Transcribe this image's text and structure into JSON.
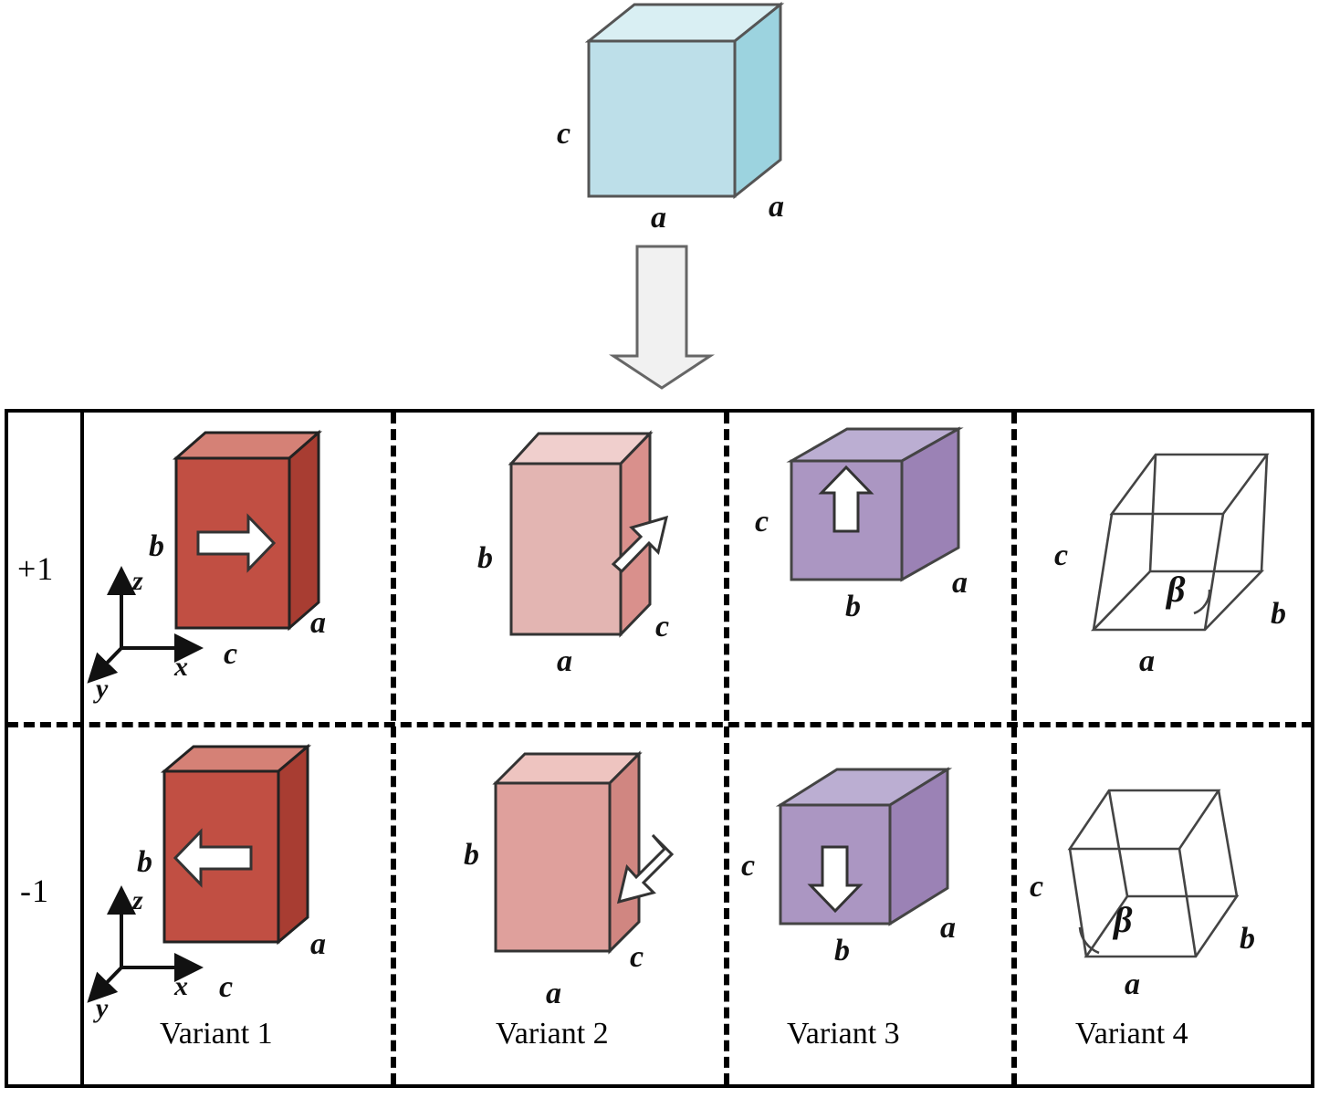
{
  "figure": {
    "type": "crystal-variant-diagram",
    "parent_cell": {
      "name": "cubic-austenite-cell",
      "labels": {
        "left": "c",
        "bottom": "a",
        "right": "a"
      },
      "colors": {
        "front": "#bddfe9",
        "top": "#d9eff3",
        "side": "#9cd3df",
        "edge": "#555555"
      }
    },
    "transform_arrow": {
      "name": "downward-transformation-arrow",
      "direction": "down",
      "colors": {
        "fill": "#f1f1f1",
        "edge": "#666666"
      }
    },
    "row_labels": [
      "+1",
      "-1"
    ],
    "column_labels": [
      "Variant 1",
      "Variant 2",
      "Variant 3",
      "Variant 4"
    ],
    "axes": {
      "x": "x",
      "y": "y",
      "z": "z"
    },
    "angle_symbol": "β",
    "colors": {
      "red_front": "#c14f43",
      "red_top": "#d58176",
      "red_side": "#a83d32",
      "pink_front": "#e3b5b2",
      "pink_top": "#f0cfcd",
      "pink_side": "#d9908c",
      "pink2_front": "#dfa09c",
      "pink2_top": "#eec4c0",
      "pink2_side": "#d08681",
      "purple_front": "#ab96c2",
      "purple_top": "#bbaed2",
      "purple_side": "#9b82b5",
      "wire_stroke": "#444444",
      "table_border": "#000000",
      "arrow_white": "#ffffff"
    },
    "cells": [
      {
        "row": "+1",
        "column": "Variant 1",
        "shape": "rect-prism",
        "style": "red",
        "arrow": "right-arrow",
        "labels": {
          "left": "b",
          "bottom": "c",
          "right": "a"
        },
        "axes_shown": true
      },
      {
        "row": "+1",
        "column": "Variant 2",
        "shape": "rect-prism",
        "style": "pink",
        "arrow": "diagonal-up-right-arrow",
        "labels": {
          "left": "b",
          "bottom": "a",
          "right": "c"
        },
        "axes_shown": false
      },
      {
        "row": "+1",
        "column": "Variant 3",
        "shape": "rect-prism",
        "style": "purple",
        "arrow": "up-arrow",
        "labels": {
          "left": "c",
          "bottom": "b",
          "right": "a"
        },
        "axes_shown": false
      },
      {
        "row": "+1",
        "column": "Variant 4",
        "shape": "sheared-wireframe-left",
        "style": "wireframe",
        "arrow": "none",
        "labels": {
          "left": "c",
          "bottom": "a",
          "right": "b",
          "angle": "β"
        },
        "axes_shown": false
      },
      {
        "row": "-1",
        "column": "Variant 1",
        "shape": "rect-prism",
        "style": "red",
        "arrow": "left-arrow",
        "labels": {
          "left": "b",
          "bottom": "c",
          "right": "a"
        },
        "axes_shown": true
      },
      {
        "row": "-1",
        "column": "Variant 2",
        "shape": "rect-prism",
        "style": "pink2",
        "arrow": "diagonal-down-left-arrow",
        "labels": {
          "left": "b",
          "bottom": "a",
          "right": "c"
        },
        "axes_shown": false
      },
      {
        "row": "-1",
        "column": "Variant 3",
        "shape": "rect-prism",
        "style": "purple",
        "arrow": "down-arrow",
        "labels": {
          "left": "c",
          "bottom": "b",
          "right": "a"
        },
        "axes_shown": false
      },
      {
        "row": "-1",
        "column": "Variant 4",
        "shape": "sheared-wireframe-right",
        "style": "wireframe",
        "arrow": "none",
        "labels": {
          "left": "c",
          "bottom": "a",
          "right": "b",
          "angle": "β"
        },
        "axes_shown": false
      }
    ]
  }
}
